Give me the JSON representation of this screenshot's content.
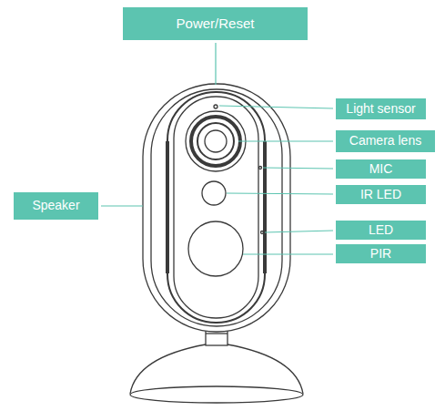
{
  "diagram": {
    "nodes": [
      {
        "text": [
          "Power/Reset"
        ]
      },
      {
        "text": [
          "Light sensor"
        ]
      },
      {
        "text": [
          "Camera lens"
        ]
      },
      {
        "text": [
          "MIC"
        ]
      },
      {
        "text": [
          "IR LED"
        ]
      },
      {
        "text": [
          "Speaker"
        ]
      },
      {
        "text": [
          "LED"
        ]
      },
      {
        "text": [
          "PIR"
        ]
      }
    ]
  }
}
